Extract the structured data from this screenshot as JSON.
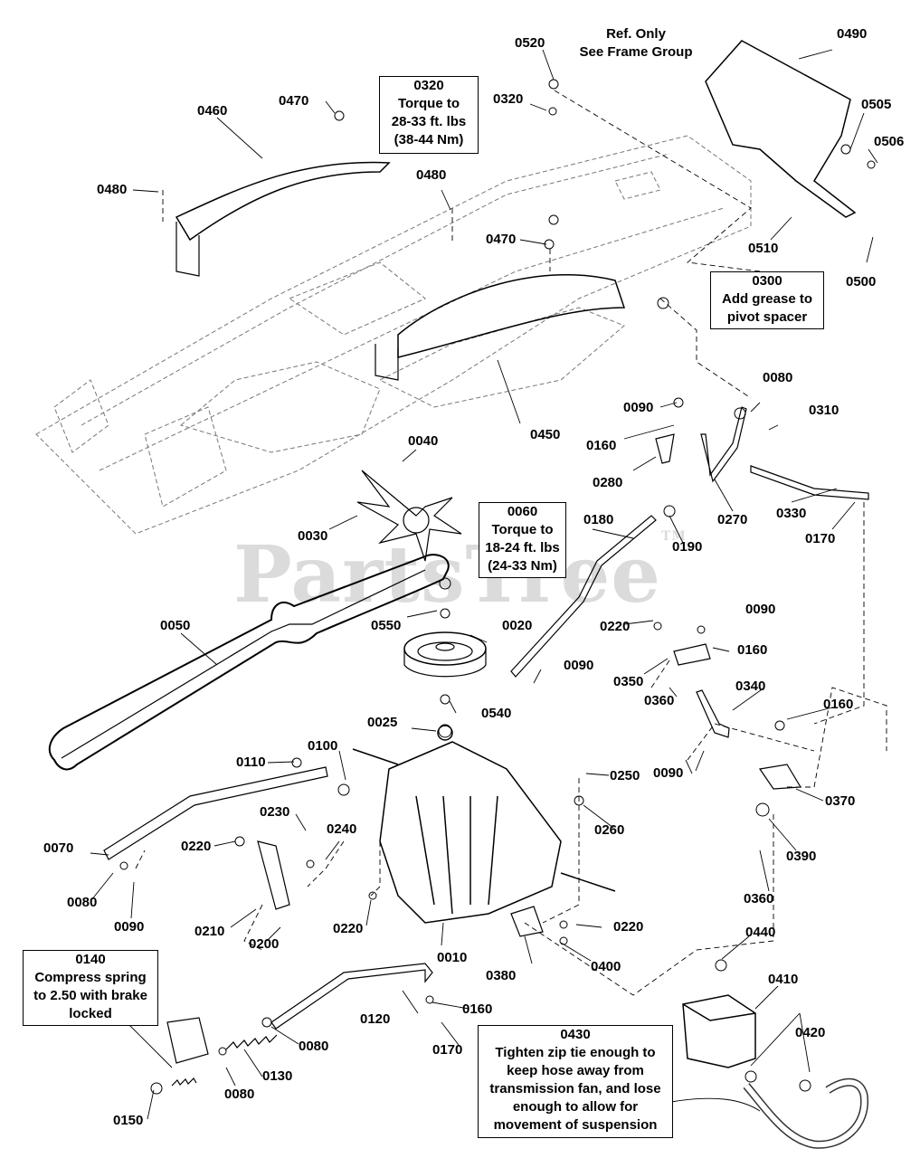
{
  "watermark": {
    "text": "PartsTree",
    "tm": "TM"
  },
  "notes": {
    "ref": [
      "Ref. Only",
      "See Frame Group"
    ],
    "n0320": [
      "0320",
      "Torque to",
      "28-33 ft. lbs",
      "(38-44 Nm)"
    ],
    "n0300": [
      "0300",
      "Add grease to",
      "pivot spacer"
    ],
    "n0060": [
      "0060",
      "Torque to",
      "18-24 ft. lbs",
      "(24-33 Nm)"
    ],
    "n0140": [
      "0140",
      "Compress spring",
      "to 2.50 with brake",
      "locked"
    ],
    "n0430": [
      "0430",
      "Tighten zip tie enough to",
      "keep hose away from",
      "transmission fan, and lose",
      "enough to allow for",
      "movement of suspension"
    ]
  },
  "callouts": [
    "0520",
    "0320",
    "0490",
    "0505",
    "0506",
    "0510",
    "0500",
    "0470",
    "0460",
    "0480",
    "0480",
    "0470",
    "0450",
    "0090",
    "0080",
    "0310",
    "0160",
    "0280",
    "0270",
    "0330",
    "0170",
    "0040",
    "0030",
    "0180",
    "0190",
    "0050",
    "0550",
    "0020",
    "0090",
    "0220",
    "0160",
    "0350",
    "0360",
    "0090",
    "0340",
    "0160",
    "0540",
    "0025",
    "0100",
    "0110",
    "0250",
    "0090",
    "0370",
    "0230",
    "0240",
    "0260",
    "0220",
    "0070",
    "0080",
    "0090",
    "0390",
    "0210",
    "0200",
    "0220",
    "0010",
    "0220",
    "0360",
    "0400",
    "0380",
    "0440",
    "0410",
    "0120",
    "0160",
    "0170",
    "0080",
    "0130",
    "0080",
    "0150",
    "0420"
  ]
}
